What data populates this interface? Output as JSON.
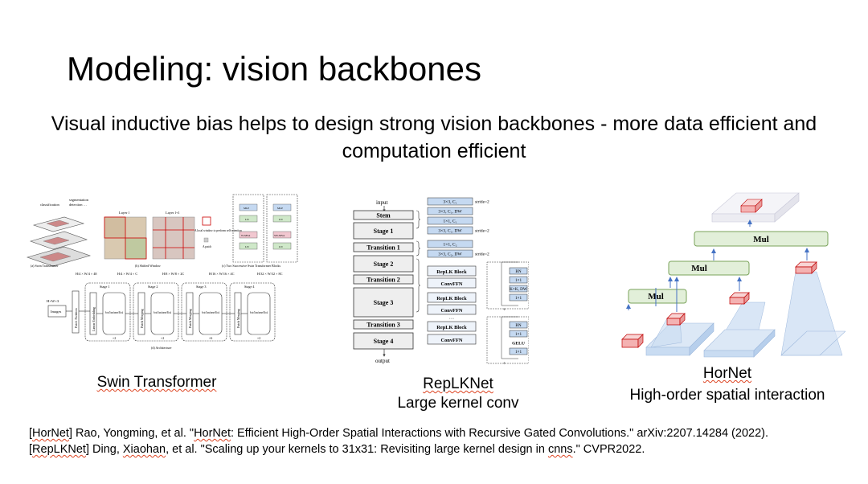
{
  "slide": {
    "title": "Modeling: vision backbones",
    "subtitle": "Visual inductive bias helps to design strong vision backbones - more data efficient and computation efficient"
  },
  "figures": {
    "swin": {
      "caption": "Swin Transformer",
      "labels": {
        "segmentation": "segmentation",
        "detection": "detection …",
        "classification": "classification",
        "layer_l": "Layer l",
        "layer_l1": "Layer l+1",
        "local_window": "A local window to perform self-attention",
        "a_patch": "A patch",
        "sub_a": "(a) Swin Transformer",
        "sub_b": "(b) Shifted Window",
        "sub_c": "(c) Two Successive Swin Transformer Blocks",
        "sub_d": "(d) Architecture",
        "images": "Images",
        "hw3": "H×W×3",
        "patch_partition": "Patch Partition",
        "linear_embedding": "Linear Embedding",
        "patch_merging": "Patch Merging",
        "swin_block": "Swin Transformer Block",
        "stages": [
          "Stage 1",
          "Stage 2",
          "Stage 3",
          "Stage 4"
        ],
        "dims": [
          "H/4 × W/4 × 48",
          "H/4 × W/4 × C",
          "H/8 × W/8 × 2C",
          "H/16 × W/16 × 4C",
          "H/32 × W/32 × 8C"
        ],
        "repeats": [
          "×2",
          "×2",
          "×6",
          "×2"
        ],
        "mlp": "MLP",
        "ln": "LN",
        "wmsa": "W-MSA",
        "swmsa": "SW-MSA"
      }
    },
    "replknet": {
      "caption": "RepLKNet",
      "caption2": "Large kernel conv",
      "input": "input",
      "output": "output",
      "stages": [
        "Stem",
        "Stage 1",
        "Transition 1",
        "Stage 2",
        "Transition 2",
        "Stage 3",
        "Transition 3",
        "Stage 4"
      ],
      "stem_ops": [
        "3×3, C₁",
        "3×3, C₁, DW",
        "1×1, C₁",
        "3×3, C₁, DW"
      ],
      "stride_label": "stride=2",
      "trans_ops": [
        "1×1, C₂",
        "3×3, C₂, DW"
      ],
      "stage_blocks": [
        "RepLK Block",
        "ConvFFN",
        "RepLK Block",
        "ConvFFN",
        "…",
        "RepLK Block",
        "ConvFFN"
      ],
      "replk_ops": [
        "BN",
        "1×1",
        "K×K, DW",
        "1×1"
      ],
      "ffn_ops": [
        "BN",
        "1×1",
        "GELU",
        "1×1"
      ],
      "plus": "+"
    },
    "hornet": {
      "caption": "HorNet",
      "caption2": "High-order spatial interaction",
      "mul_labels": [
        "Mul",
        "Mul",
        "Mul"
      ]
    }
  },
  "references": [
    {
      "prefix": "[",
      "tag": "HorNet",
      "text_a": "] Rao, Yongming, et al. \"",
      "tag2": "HorNet",
      "text_b": ": Efficient High-Order Spatial Interactions with Recursive Gated Convolutions.\" arXiv:2207.14284 (2022)."
    },
    {
      "prefix": "[",
      "tag": "RepLKNet",
      "text_a": "] Ding, ",
      "tag2": "Xiaohan",
      "text_b": ", et al. \"Scaling up your kernels to 31x31: Revisiting large kernel design in ",
      "tag3": "cnns",
      "text_c": ".\" CVPR2022."
    }
  ],
  "colors": {
    "mul_green": "#e2efd9",
    "mul_border": "#7aa35a",
    "cube_red": "#f4b2b2",
    "cube_red_border": "#c00000",
    "pyramid_blue": "#c9dcf2",
    "arrow_blue": "#4472c4",
    "block_blue": "#c5d9f1",
    "swin_green": "#cfe8c9",
    "swin_pink": "#f1c7d0"
  }
}
